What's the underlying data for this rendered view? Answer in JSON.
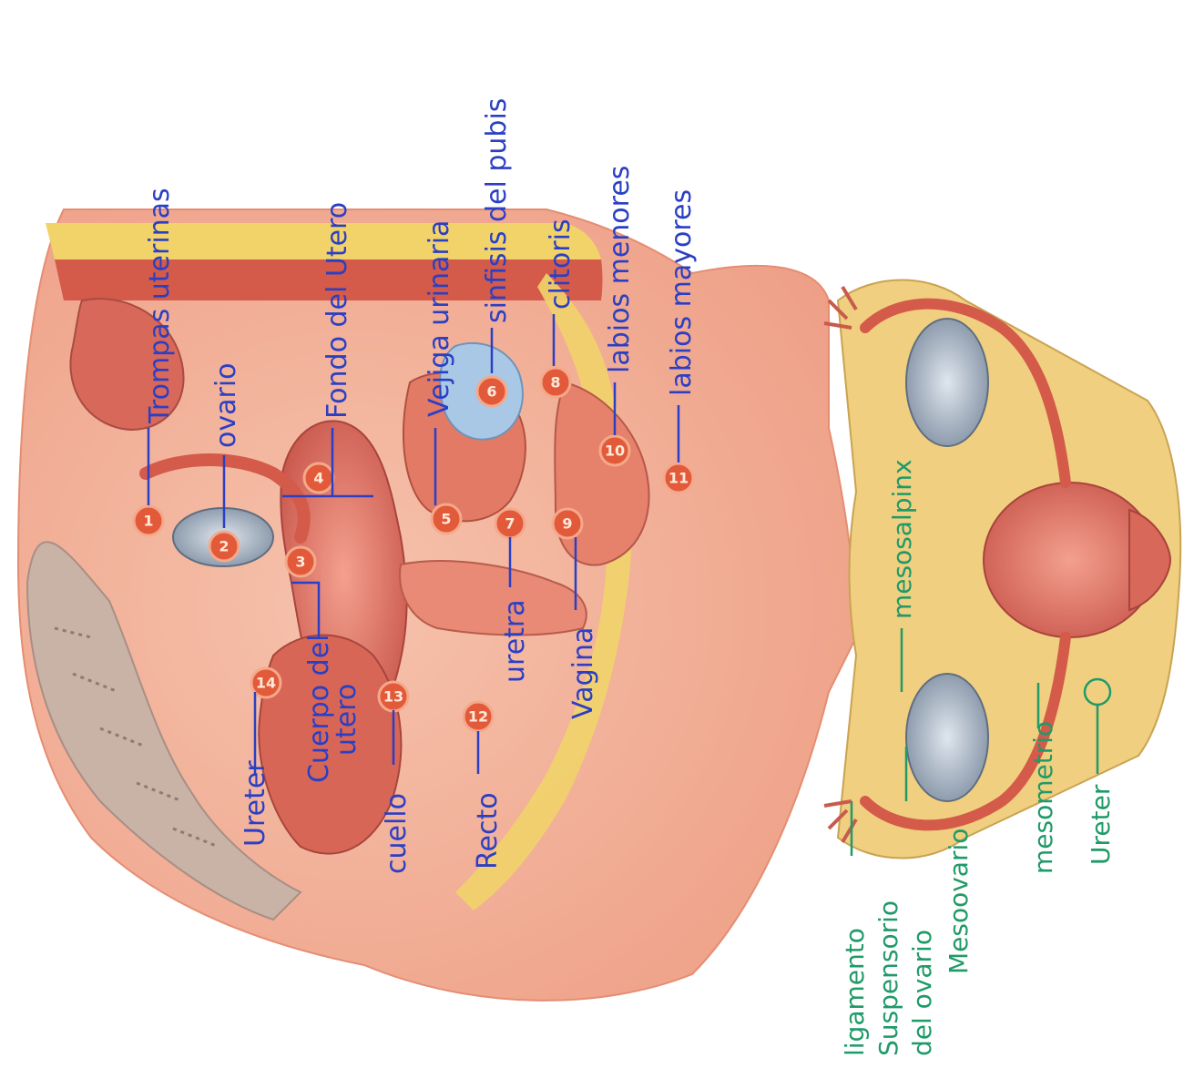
{
  "sagittal_labels": {
    "trompas": "Trompas uterinas",
    "ovario": "ovario",
    "fondo": "Fondo del Utero",
    "vejiga": "Vejiga urinaria",
    "sinfisis": "sinfisis del pubis",
    "clitoris": "clitoris",
    "labios_menores": "labios menores",
    "labios_mayores": "labios mayores",
    "ureter": "Ureter",
    "cuerpo_line1": "Cuerpo del",
    "cuerpo_line2": "utero",
    "cuello": "cuello",
    "recto": "Recto",
    "uretra": "uretra",
    "vagina": "Vagina"
  },
  "coronal_labels": {
    "ligamento_line1": "ligamento",
    "ligamento_line2": "Suspensorio",
    "ligamento_line3": "del ovario",
    "mesoovario": "Mesoovario",
    "mesosalpinx": "mesosalpinx",
    "mesometrio": "mesometrio",
    "ureter": "Ureter"
  },
  "number_badges": [
    "1",
    "2",
    "3",
    "4",
    "5",
    "6",
    "7",
    "8",
    "9",
    "10",
    "11",
    "12",
    "13",
    "14"
  ],
  "colors": {
    "handwriting_blue": "#2b3fc4",
    "handwriting_green": "#1f9a68",
    "tissue": "#f0a28a",
    "muscle": "#d45a4a",
    "fat": "#f1d36a"
  }
}
